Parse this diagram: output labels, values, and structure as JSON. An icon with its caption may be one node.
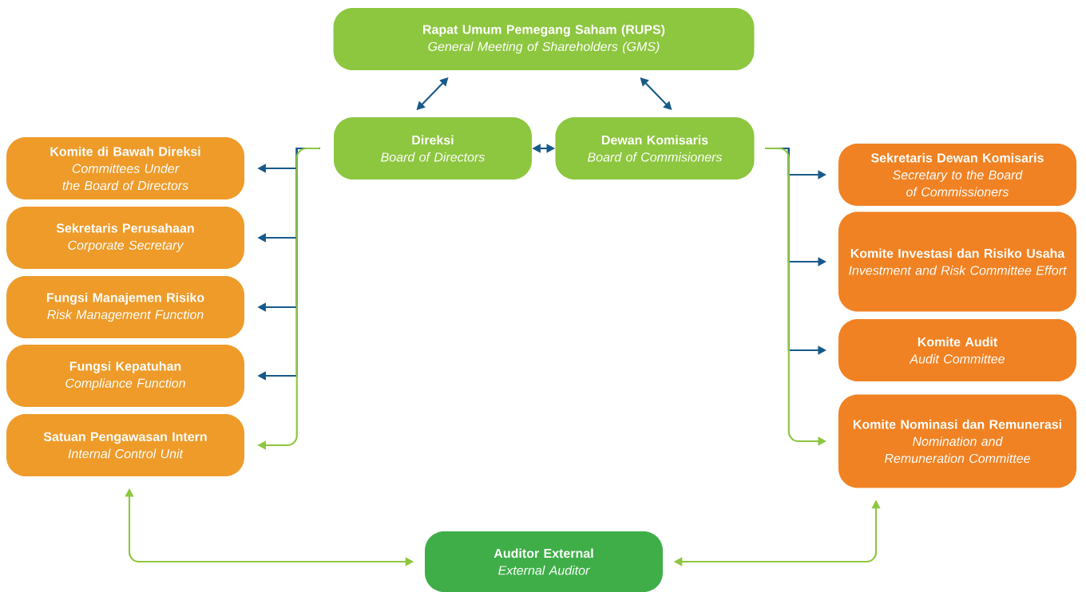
{
  "diagram": {
    "nodes": [
      {
        "text": [
          "Rapat Umum Pemegang Saham (RUPS)",
          "General Meeting of Shareholders (GMS)"
        ]
      },
      {
        "text": [
          "Direksi",
          "Board of Directors"
        ]
      },
      {
        "text": [
          "Dewan Komisaris",
          "Board of Commisioners"
        ]
      },
      {
        "text": [
          "Komite di Bawah Direksi",
          "Committees Under the Board of Directors"
        ]
      },
      {
        "text": [
          "Sekretaris Perusahaan",
          "Corporate Secretary"
        ]
      },
      {
        "text": [
          "Fungsi Manajemen Risiko",
          "Risk Management Function"
        ]
      },
      {
        "text": [
          "Fungsi Kepatuhan",
          "Compliance Function"
        ]
      },
      {
        "text": [
          "Satuan Pengawasan Intern",
          "Internal Control Unit"
        ]
      },
      {
        "text": [
          "Sekretaris Dewan Komisaris",
          "Secretary to the Board of Commissioners"
        ]
      },
      {
        "text": [
          "Komite Investasi dan Risiko Usaha",
          "Investment and Risk Committee Effort"
        ]
      },
      {
        "text": [
          "Komite Audit",
          "Audit Committee"
        ]
      },
      {
        "text": [
          "Komite Nominasi dan Remunerasi",
          "Nomination and Remuneration Committee"
        ]
      },
      {
        "text": [
          "Auditor External",
          "External Auditor"
        ]
      }
    ],
    "edges": [
      {
        "from": 0,
        "to": 1,
        "arrow": "both"
      },
      {
        "from": 0,
        "to": 2,
        "arrow": "both"
      },
      {
        "from": 1,
        "to": 2,
        "arrow": "both"
      },
      {
        "from": 1,
        "to": 3,
        "arrow": "to"
      },
      {
        "from": 1,
        "to": 4,
        "arrow": "to"
      },
      {
        "from": 1,
        "to": 5,
        "arrow": "to"
      },
      {
        "from": 1,
        "to": 6,
        "arrow": "to"
      },
      {
        "from": 1,
        "to": 7,
        "arrow": "to",
        "color": "#8dc63f"
      },
      {
        "from": 2,
        "to": 8,
        "arrow": "to"
      },
      {
        "from": 2,
        "to": 9,
        "arrow": "to"
      },
      {
        "from": 2,
        "to": 10,
        "arrow": "to"
      },
      {
        "from": 2,
        "to": 11,
        "arrow": "to",
        "color": "#8dc63f"
      },
      {
        "from": 12,
        "to": 7,
        "arrow": "both",
        "color": "#8dc63f"
      },
      {
        "from": 12,
        "to": 11,
        "arrow": "both",
        "color": "#8dc63f"
      }
    ]
  }
}
